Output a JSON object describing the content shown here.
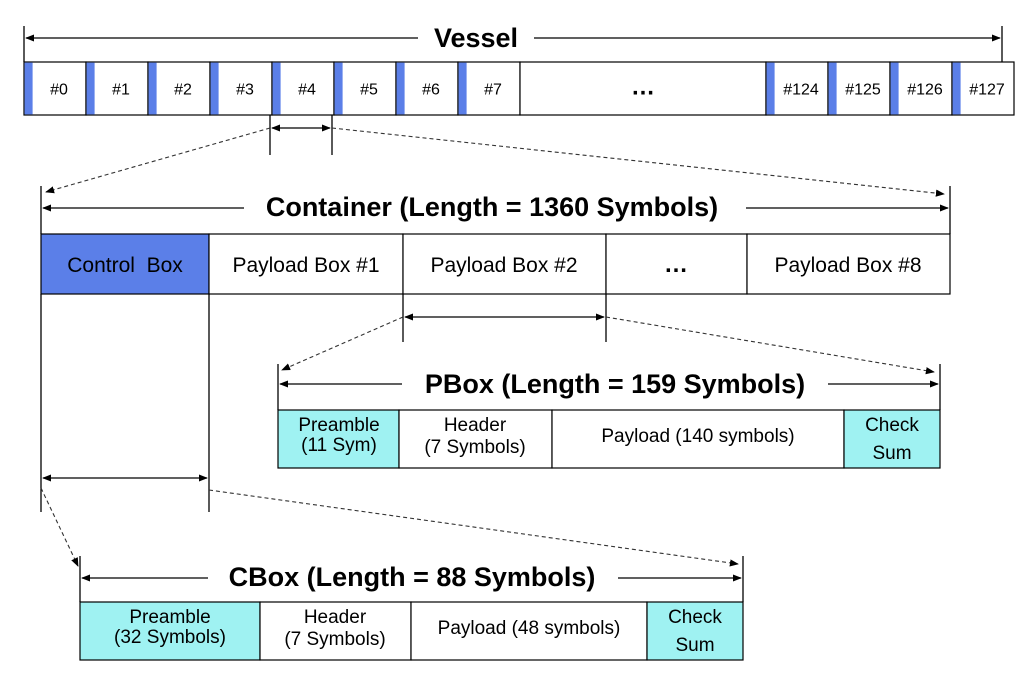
{
  "colors": {
    "slot_marker": "#5b7fe8",
    "control_box": "#5b7fe8",
    "cyan_fill": "#9ff2f2",
    "line": "#000000"
  },
  "vessel": {
    "title": "Vessel",
    "slots": [
      "#0",
      "#1",
      "#2",
      "#3",
      "#4",
      "#5",
      "#6",
      "#7",
      "…",
      "#124",
      "#125",
      "#126",
      "#127"
    ]
  },
  "container": {
    "title": "Container (Length = 1360 Symbols)",
    "boxes": [
      "Control  Box",
      "Payload Box #1",
      "Payload Box #2",
      "…",
      "Payload Box #8"
    ]
  },
  "pbox": {
    "title": "PBox (Length = 159 Symbols)",
    "fields": [
      {
        "lines": [
          "Preamble",
          "(11 Sym)"
        ]
      },
      {
        "lines": [
          "Header",
          "(7 Symbols)"
        ]
      },
      {
        "lines": [
          "Payload (140 symbols)"
        ]
      },
      {
        "lines": [
          "Check",
          "Sum"
        ]
      }
    ]
  },
  "cbox": {
    "title": "CBox (Length = 88 Symbols)",
    "fields": [
      {
        "lines": [
          "Preamble",
          "(32 Symbols)"
        ]
      },
      {
        "lines": [
          "Header",
          "(7 Symbols)"
        ]
      },
      {
        "lines": [
          "Payload (48 symbols)"
        ]
      },
      {
        "lines": [
          "Check",
          "Sum"
        ]
      }
    ]
  }
}
